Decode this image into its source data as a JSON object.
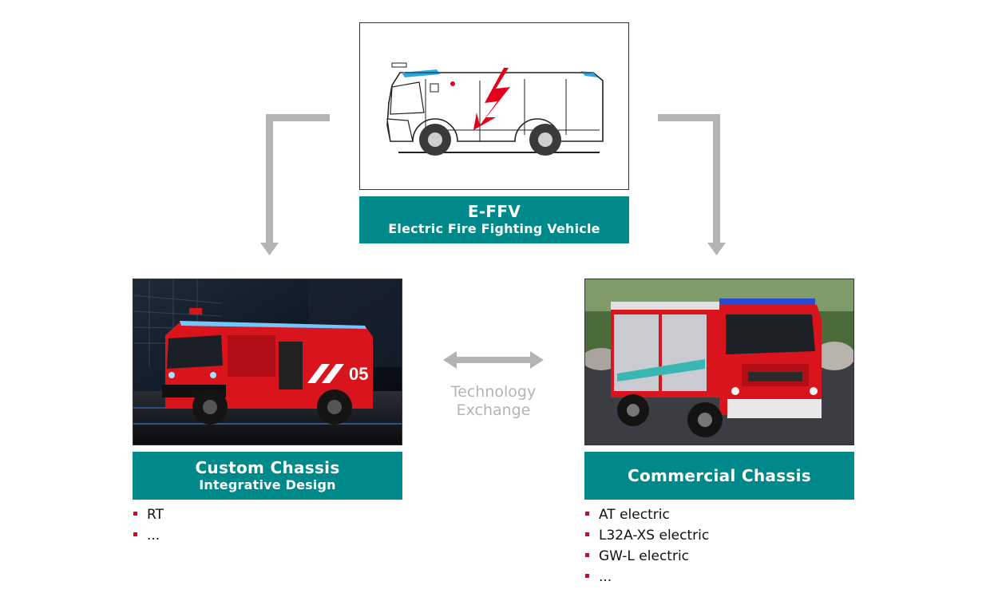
{
  "top": {
    "title": "E-FFV",
    "subtitle": "Electric Fire Fighting Vehicle"
  },
  "exchange": {
    "line1": "Technology",
    "line2": "Exchange"
  },
  "left": {
    "title": "Custom Chassis",
    "subtitle": "Integrative Design",
    "items": [
      "RT",
      "..."
    ]
  },
  "right": {
    "title": "Commercial Chassis",
    "items": [
      "AT electric",
      "L32A-XS electric",
      "GW-L electric",
      "..."
    ]
  },
  "colors": {
    "teal": "#00898a",
    "bullet_red": "#e3001b",
    "arrow_gray": "#b4b4b4",
    "lightning_red": "#e3001b",
    "truck_blue": "#29a8e0"
  },
  "icons": [
    "electric-truck-drawing",
    "lightning-bolt-icon",
    "arrow-down-icon",
    "double-arrow-icon"
  ]
}
